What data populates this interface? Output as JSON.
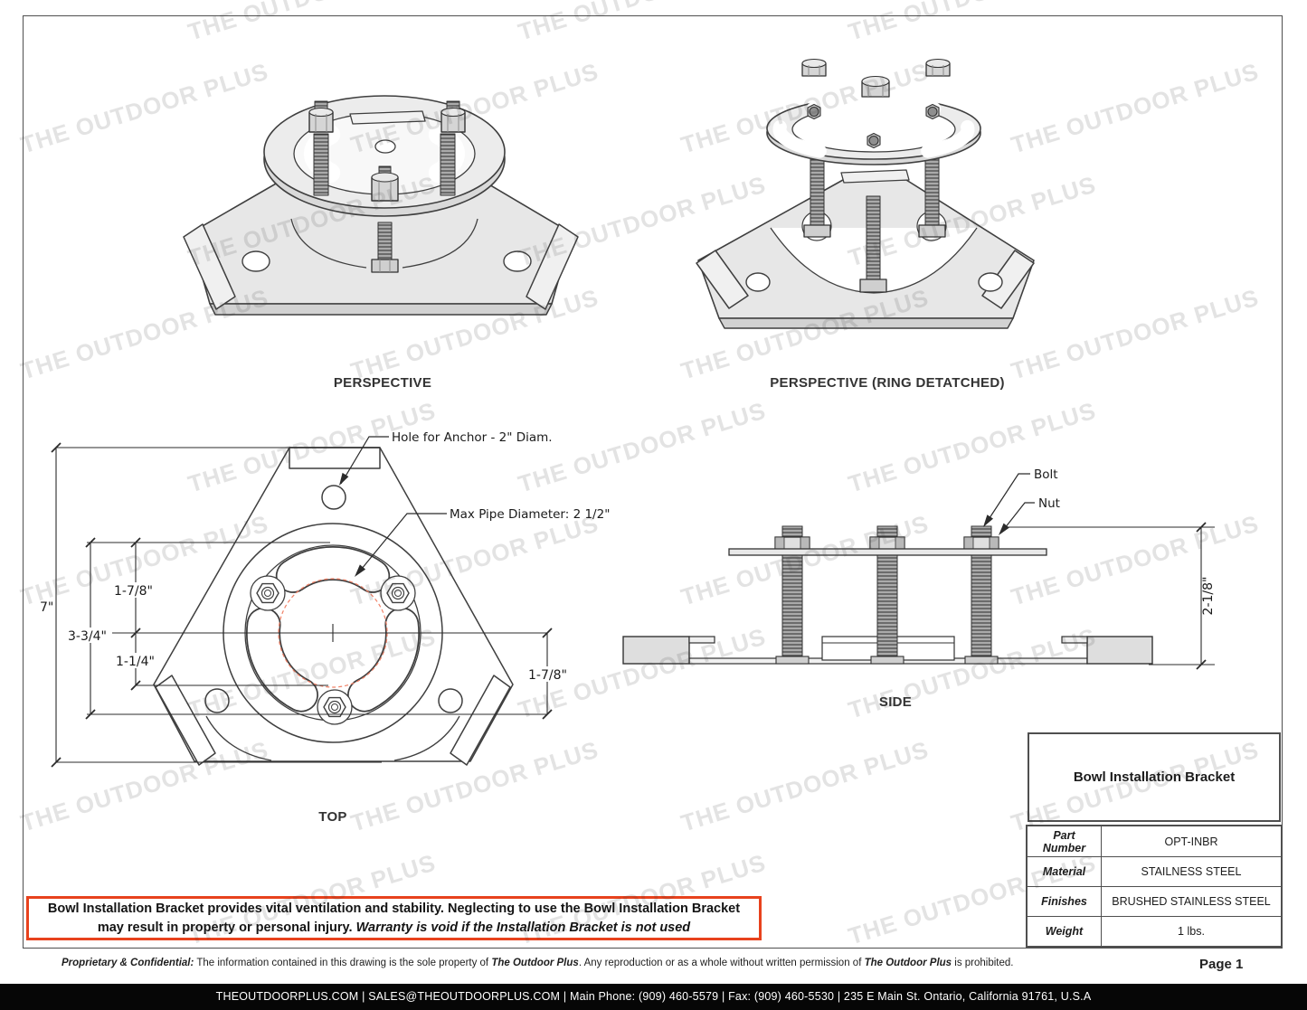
{
  "watermark": {
    "text": "THE OUTDOOR PLUS"
  },
  "views": {
    "perspective": {
      "label": "PERSPECTIVE"
    },
    "perspective_detached": {
      "label": "PERSPECTIVE (RING DETATCHED)"
    },
    "top": {
      "label": "TOP",
      "callout_anchor": "Hole for Anchor - 2\" Diam.",
      "callout_pipe": "Max Pipe Diameter: 2 1/2\"",
      "dim_overall": "7\"",
      "dim_ring_top": "1-7/8\"",
      "dim_mid": "3-3/4\"",
      "dim_lower": "1-1/4\"",
      "dim_right": "1-7/8\""
    },
    "side": {
      "label": "SIDE",
      "callout_bolt": "Bolt",
      "callout_nut": "Nut",
      "dim_height": "2-1/8\""
    }
  },
  "title_block": {
    "title": "Bowl Installation Bracket",
    "rows": [
      {
        "label": "Part Number",
        "value": "OPT-INBR"
      },
      {
        "label": "Material",
        "value": "STAILNESS STEEL"
      },
      {
        "label": "Finishes",
        "value": "BRUSHED STAINLESS STEEL"
      },
      {
        "label": "Weight",
        "value": "1 lbs."
      }
    ]
  },
  "warning": {
    "text": "Bowl Installation Bracket provides vital ventilation and stability. Neglecting to use the Bowl Installation Bracket may result in property or personal injury.  ",
    "warranty": "Warranty is void if the Installation Bracket is not used"
  },
  "footer": {
    "prefix": "Proprietary & Confidential:",
    "body1": " The information contained in this drawing is the sole property of ",
    "brand1": "The Outdoor Plus",
    "body2": ". Any reproduction or as a whole without written permission of ",
    "brand2": "The Outdoor Plus",
    "body3": " is prohibited.",
    "page": "Page 1"
  },
  "contact_bar": {
    "text": "THEOUTDOORPLUS.COM  |  SALES@THEOUTDOORPLUS.COM  | Main Phone: (909) 460-5579 | Fax: (909) 460-5530 | 235 E Main St. Ontario, California 91761, U.S.A"
  }
}
